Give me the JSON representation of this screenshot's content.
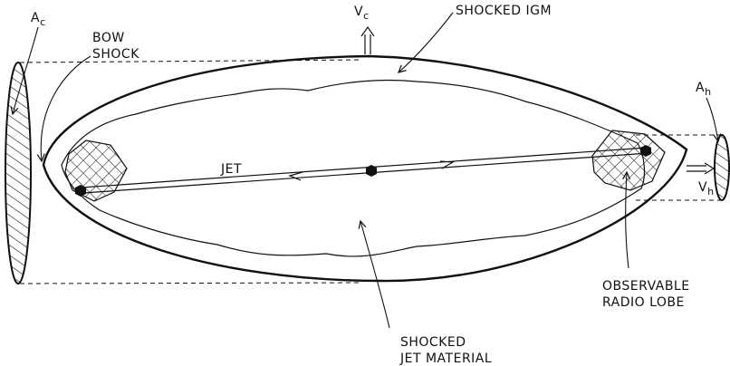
{
  "labels": {
    "a_c": {
      "main": "A",
      "sub": "c"
    },
    "v_c": {
      "main": "V",
      "sub": "c"
    },
    "a_h": {
      "main": "A",
      "sub": "h"
    },
    "v_h": {
      "main": "V",
      "sub": "h"
    },
    "bow_shock_line1": "BOW",
    "bow_shock_line2": "SHOCK",
    "shocked_igm": "SHOCKED IGM",
    "jet": "JET",
    "observable_line1": "OBSERVABLE",
    "observable_line2": "RADIO LOBE",
    "shocked_jet_line1": "SHOCKED",
    "shocked_jet_line2": "JET MATERIAL"
  },
  "colors": {
    "ink": "#111111",
    "background": "#ffffff"
  }
}
